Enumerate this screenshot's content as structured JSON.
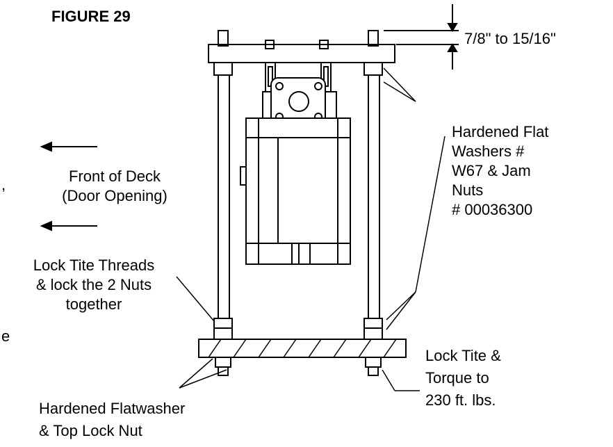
{
  "figure_title": "FIGURE 29",
  "labels": {
    "gap_dimension": "7/8\" to 15/16\"",
    "washers": [
      "Hardened Flat",
      "Washers #",
      "W67 & Jam",
      "Nuts",
      "# 00036300"
    ],
    "front_of_deck": [
      "Front of Deck",
      "(Door Opening)"
    ],
    "lock_threads": [
      "Lock Tite Threads",
      "& lock the 2 Nuts",
      "together"
    ],
    "torque": [
      "Lock Tite &",
      "Torque to",
      "230 ft. lbs."
    ],
    "flatwasher": [
      "Hardened Flatwasher",
      "& Top Lock Nut"
    ],
    "edge_fragments": [
      ",",
      "e"
    ]
  }
}
